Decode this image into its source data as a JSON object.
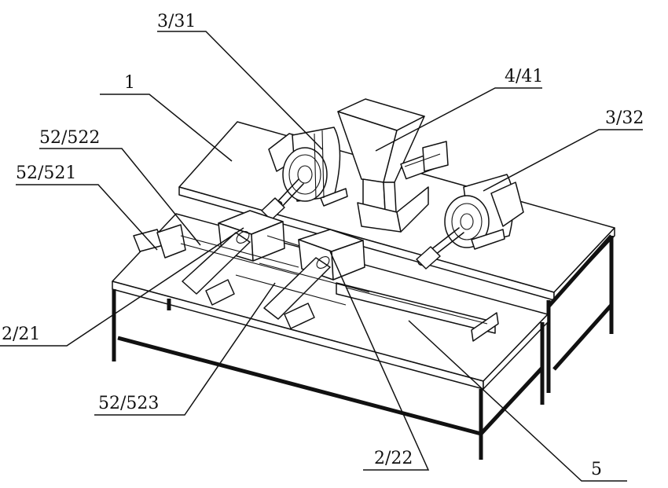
{
  "labels": {
    "l1": "1",
    "l3_31": "3/31",
    "l4_41": "4/41",
    "l3_32": "3/32",
    "l52_522": "52/522",
    "l52_521": "52/521",
    "l2_21": "2/21",
    "l52_523": "52/523",
    "l2_22": "2/22",
    "l5": "5"
  }
}
